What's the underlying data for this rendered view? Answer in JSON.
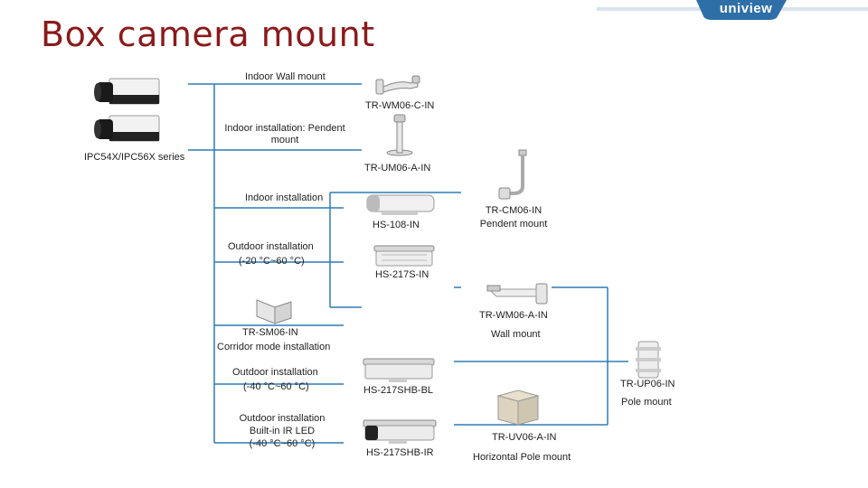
{
  "slide": {
    "title": "Box camera mount",
    "logo": "uniview"
  },
  "cameras": {
    "series_label": "IPC54X/IPC56X series"
  },
  "branches": {
    "indoor_wall": "Indoor Wall mount",
    "indoor_pendent": "Indoor installation: Pendent mount",
    "indoor_installation": "Indoor installation",
    "outdoor_20_line1": "Outdoor installation",
    "outdoor_20_line2": "(-20 °C~60 °C)",
    "corridor_model": "TR-SM06-IN",
    "corridor_desc": "Corridor mode installation",
    "outdoor_40_line1": "Outdoor installation",
    "outdoor_40_line2": "(-40 °C~60 °C)",
    "outdoor_ir_line1": "Outdoor installation",
    "outdoor_ir_line2": "Built-in IR LED",
    "outdoor_ir_line3": "(-40 °C~60 °C)"
  },
  "products": {
    "wm06c": "TR-WM06-C-IN",
    "um06a": "TR-UM06-A-IN",
    "hs108": "HS-108-IN",
    "hs217s": "HS-217S-IN",
    "hs217shbl": "HS-217SHB-BL",
    "hs217shbir": "HS-217SHB-IR",
    "cm06_model": "TR-CM06-IN",
    "cm06_desc": "Pendent mount",
    "wm06a_model": "TR-WM06-A-IN",
    "wm06a_desc": "Wall mount",
    "uv06a_model": "TR-UV06-A-IN",
    "uv06a_desc": "Horizontal Pole mount",
    "up06_model": "TR-UP06-IN",
    "up06_desc": "Pole mount"
  },
  "colors": {
    "title": "#8b1a1a",
    "line": "#2e7bb5",
    "logo_bar": "#2e6fa8"
  }
}
